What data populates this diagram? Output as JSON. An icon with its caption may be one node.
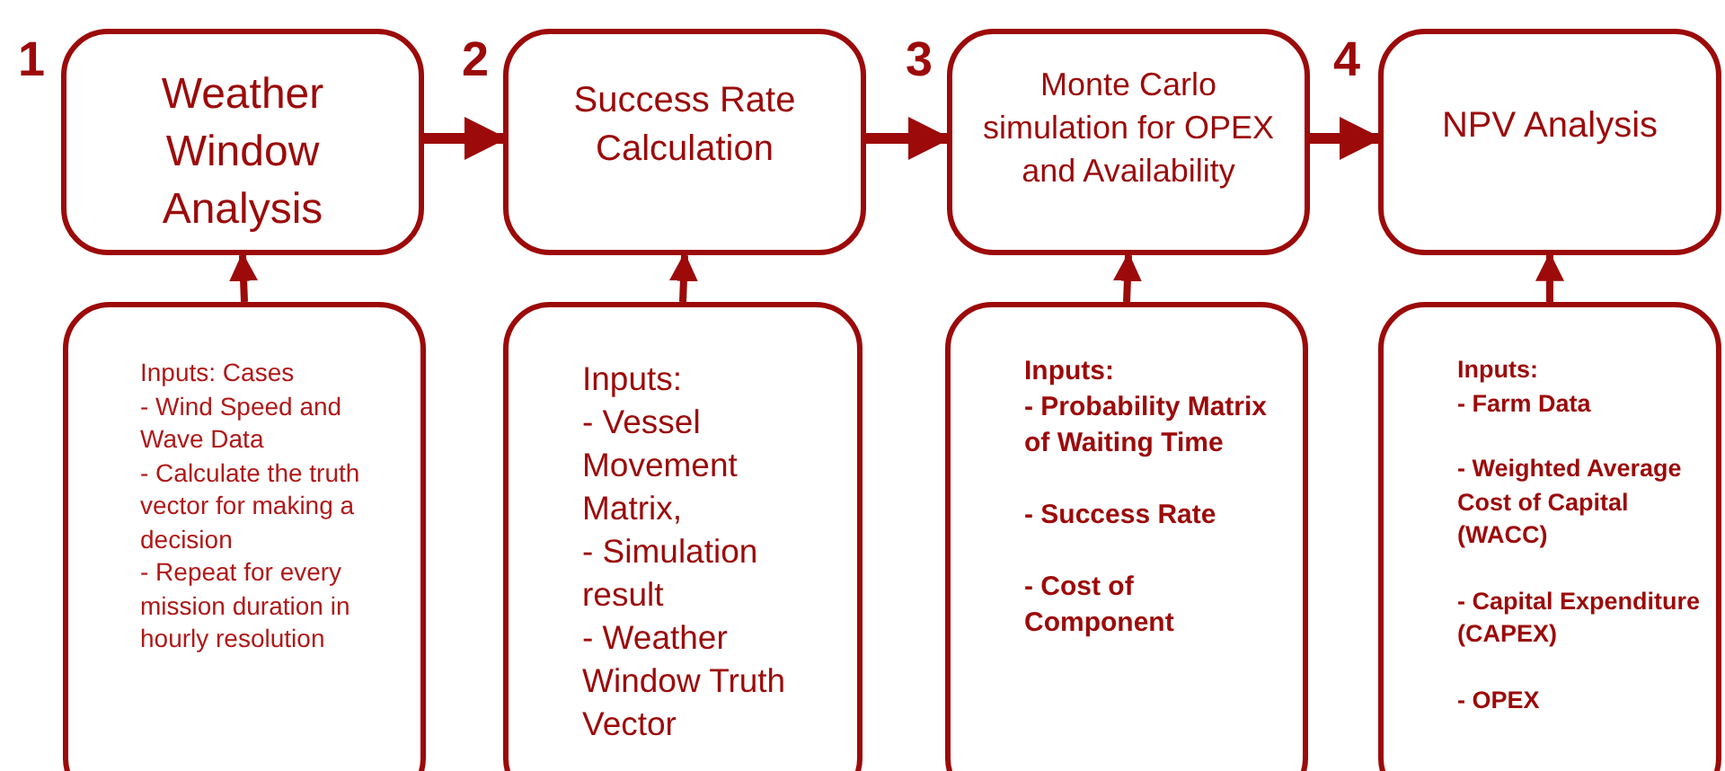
{
  "diagram": {
    "nodes": [
      {
        "text": [
          "Weather Window Analysis"
        ]
      },
      {
        "text": [
          "Success Rate Calculation"
        ]
      },
      {
        "text": [
          "Monte Carlo simulation for OPEX and Availability"
        ]
      },
      {
        "text": [
          "NPV Analysis"
        ]
      },
      {
        "text": [
          "Inputs: Cases",
          "- Wind Speed and Wave Data",
          "- Calculate the truth vector for making a decision",
          "- Repeat for every mission duration in hourly resolution"
        ]
      },
      {
        "text": [
          "Inputs:",
          "- Vessel Movement Matrix,",
          "- Simulation result",
          "- Weather Window Truth Vector"
        ]
      },
      {
        "text": [
          "Inputs:",
          "- Probability Matrix of Waiting Time",
          "- Success Rate",
          "- Cost of Component"
        ]
      },
      {
        "text": [
          "Inputs:",
          "- Farm Data",
          "- Weighted Average Cost of Capital (WACC)",
          "- Capital Expenditure (CAPEX)",
          "- OPEX"
        ]
      }
    ],
    "edges": [
      {
        "from": 0,
        "to": 1,
        "arrow": "to"
      },
      {
        "from": 1,
        "to": 2,
        "arrow": "to"
      },
      {
        "from": 2,
        "to": 3,
        "arrow": "to"
      },
      {
        "from": 4,
        "to": 0,
        "arrow": "to"
      },
      {
        "from": 5,
        "to": 1,
        "arrow": "to"
      },
      {
        "from": 6,
        "to": 2,
        "arrow": "to"
      },
      {
        "from": 7,
        "to": 3,
        "arrow": "to"
      }
    ],
    "labels": [
      "1",
      "2",
      "3",
      "4"
    ]
  }
}
